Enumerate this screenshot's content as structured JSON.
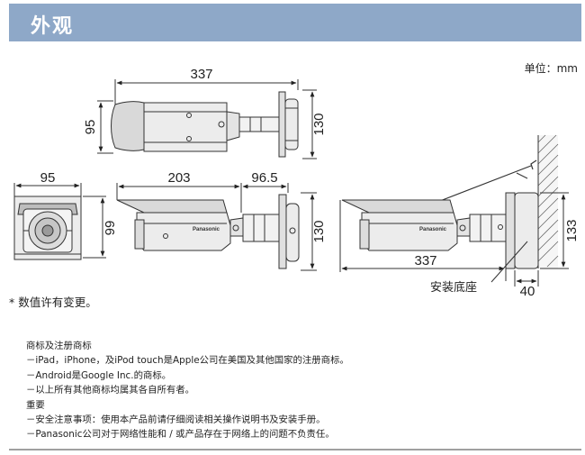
{
  "header": {
    "title": "外观"
  },
  "unit_label": "单位：mm",
  "dimensions": {
    "top_width": "337",
    "top_height": "95",
    "top_bracket_height": "130",
    "front_width": "95",
    "front_height": "99",
    "side_front": "203",
    "side_bracket": "96.5",
    "side_height": "130",
    "install_width": "337",
    "install_height": "133",
    "install_base": "40"
  },
  "labels": {
    "brand": "Panasonic",
    "mount_base": "安装底座"
  },
  "note": "* 数值许有变更。",
  "legal": {
    "trademark_title": "商标及注册商标",
    "trademark_items": [
      "－iPad，iPhone，及iPod touch是Apple公司在美国及其他国家的注册商标。",
      "－Android是Google Inc.的商标。",
      "－以上所有其他商标均属其各自所有者。"
    ],
    "important_title": "重要",
    "important_items": [
      "－安全注意事项：使用本产品前请仔细阅读相关操作说明书及安装手册。",
      "－Panasonic公司对于网络性能和 / 或产品存在于网络上的问题不负责任。"
    ]
  }
}
